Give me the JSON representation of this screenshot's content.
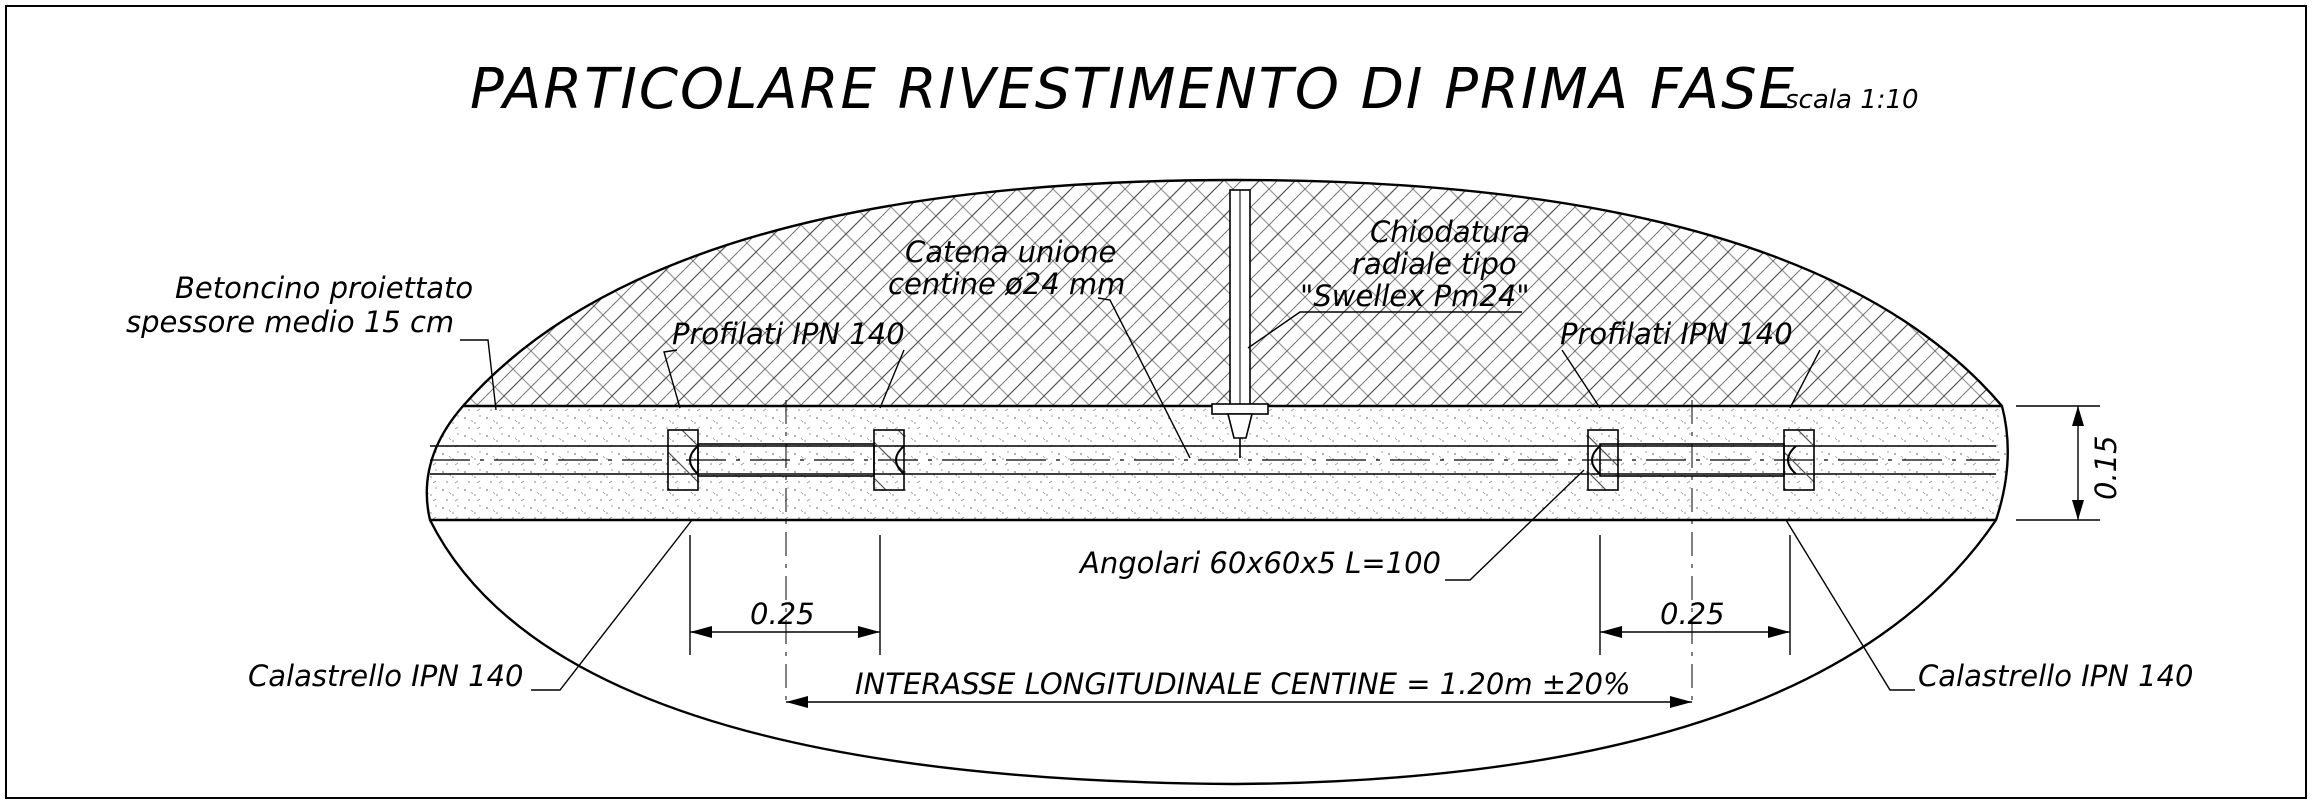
{
  "title": "PARTICOLARE RIVESTIMENTO DI PRIMA FASE",
  "scale": "scala 1:10",
  "labels": {
    "shotcrete_line1": "Betoncino proiettato",
    "shotcrete_line2": "spessore medio 15 cm",
    "profile_left": "Profilati IPN 140",
    "profile_right": "Profilati IPN 140",
    "chain_line1": "Catena unione",
    "chain_line2": "centine ø24 mm",
    "bolt_line1": "Chiodatura",
    "bolt_line2": "radiale tipo",
    "bolt_line3": "\"Swellex Pm24\"",
    "angles": "Angolari 60x60x5 L=100",
    "strut_left": "Calastrello IPN 140",
    "strut_right": "Calastrello IPN 140"
  },
  "dimensions": {
    "thickness": "0.15",
    "gap_left": "0.25",
    "gap_right": "0.25",
    "spacing": "INTERASSE LONGITUDINALE CENTINE = 1.20m ±20%"
  }
}
